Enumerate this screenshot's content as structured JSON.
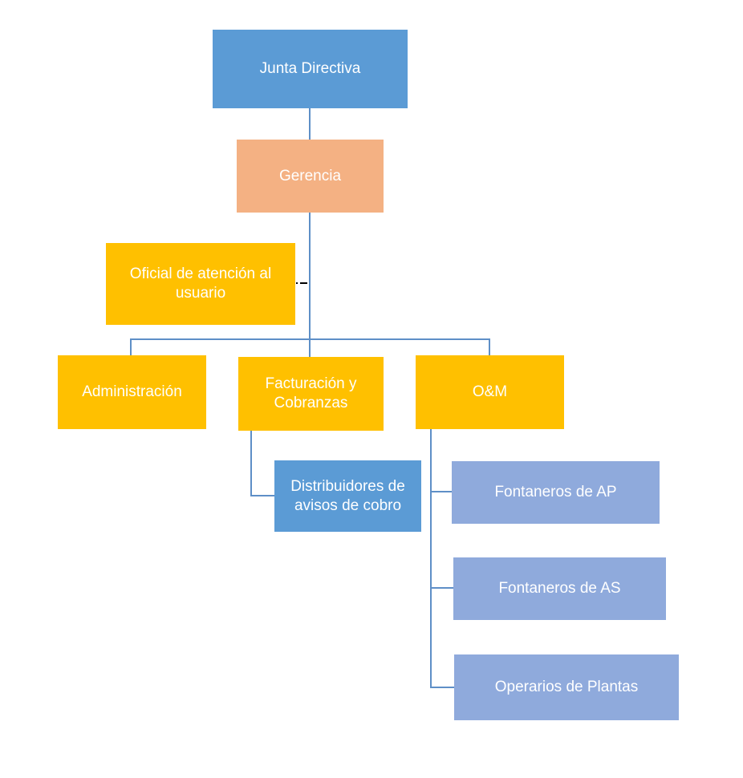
{
  "colors": {
    "blue": "#5B9BD5",
    "orange": "#F4B183",
    "gold": "#FFC000",
    "light_blue": "#8FAADC",
    "connector": "#5E8FC7",
    "dashed_connector": "#000000",
    "text": "#FFFFFF",
    "background": "#FFFFFF"
  },
  "org_chart": {
    "type": "organization-chart",
    "nodes": [
      {
        "label": "Junta Directiva",
        "color": "blue",
        "reports_to": null,
        "connection": "solid"
      },
      {
        "label": "Gerencia",
        "color": "orange",
        "reports_to": "Junta Directiva",
        "connection": "solid"
      },
      {
        "label": "Oficial de atención al usuario",
        "color": "gold",
        "reports_to": "Gerencia",
        "connection": "dashed"
      },
      {
        "label": "Administración",
        "color": "gold",
        "reports_to": "Gerencia",
        "connection": "solid"
      },
      {
        "label": "Facturación y Cobranzas",
        "color": "gold",
        "reports_to": "Gerencia",
        "connection": "solid"
      },
      {
        "label": "O&M",
        "color": "gold",
        "reports_to": "Gerencia",
        "connection": "solid"
      },
      {
        "label": "Distribuidores de avisos de cobro",
        "color": "blue",
        "reports_to": "Facturación y Cobranzas",
        "connection": "solid"
      },
      {
        "label": "Fontaneros de AP",
        "color": "light_blue",
        "reports_to": "O&M",
        "connection": "solid"
      },
      {
        "label": "Fontaneros de AS",
        "color": "light_blue",
        "reports_to": "O&M",
        "connection": "solid"
      },
      {
        "label": "Operarios de Plantas",
        "color": "light_blue",
        "reports_to": "O&M",
        "connection": "solid"
      }
    ]
  }
}
